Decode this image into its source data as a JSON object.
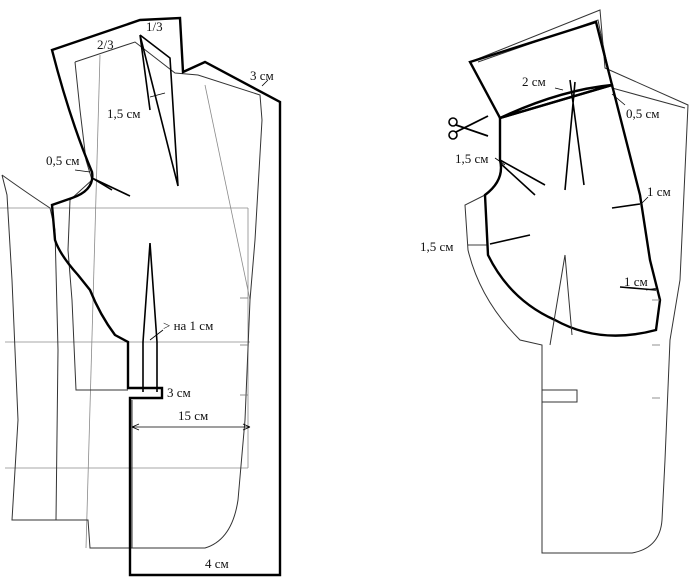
{
  "left_pattern": {
    "labels": {
      "two_thirds": "2/3",
      "one_third": "1/3",
      "shoulder_3cm": "3 см",
      "dart_1_5cm": "1,5 см",
      "neck_0_5cm": "0,5 см",
      "waist_more_1cm": "> на 1 см",
      "step_3cm": "3 см",
      "width_15cm": "15 см",
      "hem_4cm": "4 см"
    }
  },
  "right_pattern": {
    "labels": {
      "top_2cm": "2 см",
      "side_0_5cm": "0,5 см",
      "neck_1_5cm": "1,5 см",
      "side_1cm_upper": "1 см",
      "front_1_5cm": "1,5 см",
      "side_1cm_lower": "1 см"
    },
    "icons": [
      "scissors-icon"
    ]
  },
  "colors": {
    "line": "#000000",
    "guide": "#8a8a8a"
  }
}
